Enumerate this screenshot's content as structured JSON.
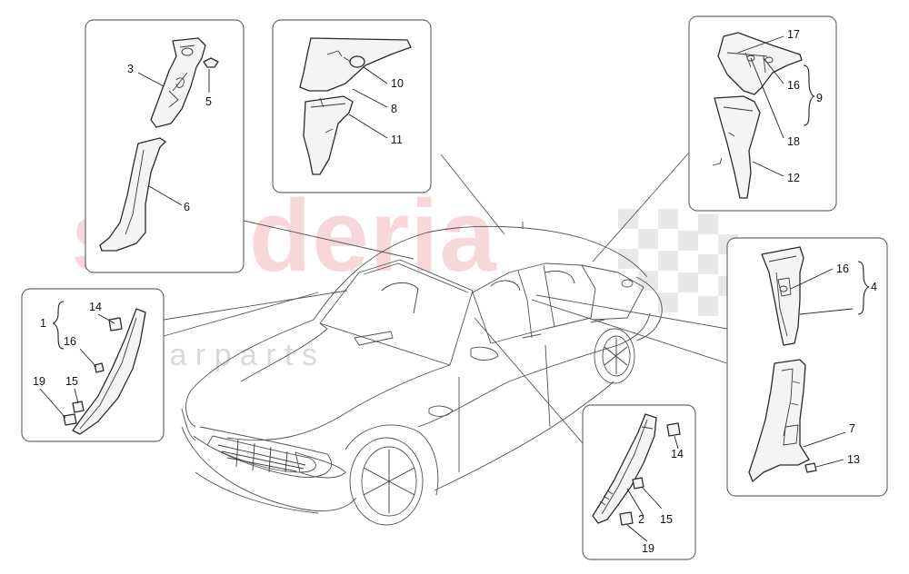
{
  "watermark": {
    "brand": "scuderia",
    "tagline": "c a r   p a r t s"
  },
  "callouts": {
    "n1": "1",
    "n2": "2",
    "n3": "3",
    "n4": "4",
    "n5": "5",
    "n6": "6",
    "n7": "7",
    "n8": "8",
    "n9": "9",
    "n10": "10",
    "n11": "11",
    "n12": "12",
    "n13": "13",
    "n14a": "14",
    "n14b": "14",
    "n15a": "15",
    "n15b": "15",
    "n16a": "16",
    "n16b": "16",
    "n16c": "16",
    "n17": "17",
    "n18": "18",
    "n19a": "19",
    "n19b": "19"
  },
  "colors": {
    "watermark_red": "#f3b7bf",
    "line": "#2a2a2a",
    "panel_border": "#6b6b6b"
  }
}
